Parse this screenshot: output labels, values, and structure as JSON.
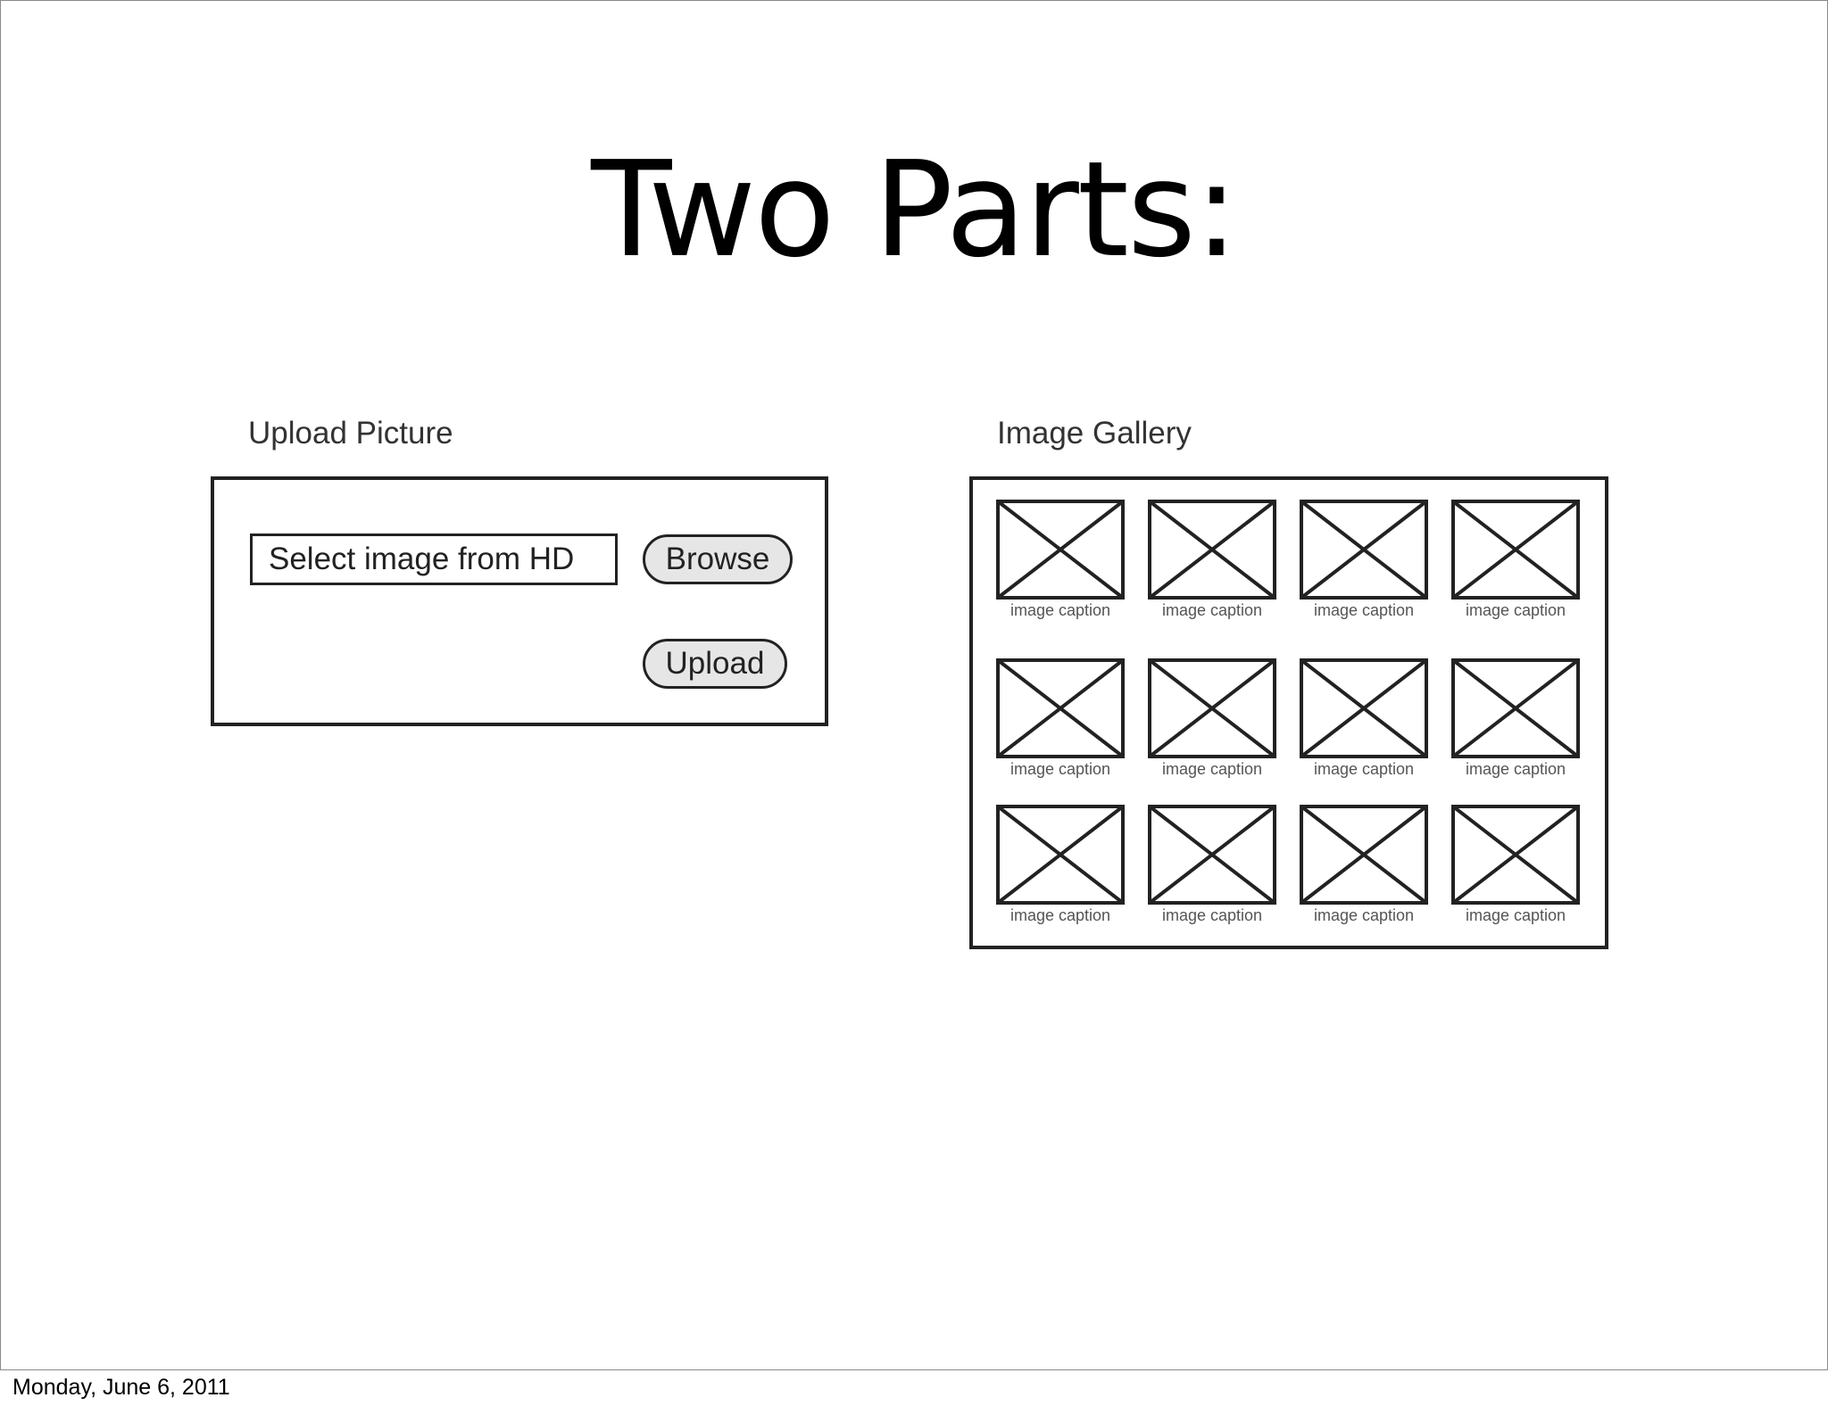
{
  "slide": {
    "title": "Two Parts:",
    "footer_date": "Monday, June 6, 2011"
  },
  "upload_panel": {
    "label": "Upload Picture",
    "file_input_value": "Select image from HD",
    "browse_label": "Browse",
    "upload_label": "Upload"
  },
  "gallery_panel": {
    "label": "Image Gallery",
    "rows": 3,
    "columns": 4,
    "items": [
      {
        "caption": "image caption",
        "icon": "image-placeholder-icon"
      },
      {
        "caption": "image caption",
        "icon": "image-placeholder-icon"
      },
      {
        "caption": "image caption",
        "icon": "image-placeholder-icon"
      },
      {
        "caption": "image caption",
        "icon": "image-placeholder-icon"
      },
      {
        "caption": "image caption",
        "icon": "image-placeholder-icon"
      },
      {
        "caption": "image caption",
        "icon": "image-placeholder-icon"
      },
      {
        "caption": "image caption",
        "icon": "image-placeholder-icon"
      },
      {
        "caption": "image caption",
        "icon": "image-placeholder-icon"
      },
      {
        "caption": "image caption",
        "icon": "image-placeholder-icon"
      },
      {
        "caption": "image caption",
        "icon": "image-placeholder-icon"
      },
      {
        "caption": "image caption",
        "icon": "image-placeholder-icon"
      },
      {
        "caption": "image caption",
        "icon": "image-placeholder-icon"
      }
    ]
  },
  "colors": {
    "stroke": "#222222",
    "button_fill": "#e6e6e6",
    "caption_text": "#555555"
  }
}
